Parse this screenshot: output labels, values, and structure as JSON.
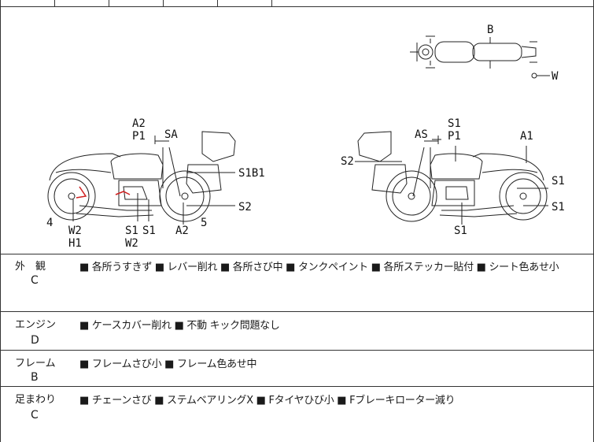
{
  "diagram": {
    "top_view": {
      "labels": [
        "B",
        "W"
      ]
    },
    "left_view": {
      "labels": [
        "A2",
        "P1",
        "SA",
        "S1B1",
        "S2",
        "4",
        "W2",
        "H1",
        "S1",
        "S1",
        "W2",
        "A2",
        "5"
      ]
    },
    "right_view": {
      "labels": [
        "S1",
        "AS",
        "P1",
        "A1",
        "S2",
        "S1",
        "S1",
        "S1"
      ]
    },
    "colors": {
      "line": "#222222",
      "damage": "#d02020"
    }
  },
  "sections": [
    {
      "category": "外　観",
      "grade": "C",
      "notes": "■ 各所うすきず ■ レバー削れ ■ 各所さび中 ■ タンクペイント ■ 各所ステッカー貼付 ■ シート色あせ小"
    },
    {
      "category": "エンジン",
      "grade": "D",
      "notes": "■ ケースカバー削れ ■ 不動 キック問題なし"
    },
    {
      "category": "フレーム",
      "grade": "B",
      "notes": "■ フレームさび小 ■ フレーム色あせ中"
    },
    {
      "category": "足まわり",
      "grade": "C",
      "notes": "■ チェーンさび ■ ステムベアリングX ■ Fタイヤひび小 ■ Fブレーキローター減り"
    }
  ]
}
